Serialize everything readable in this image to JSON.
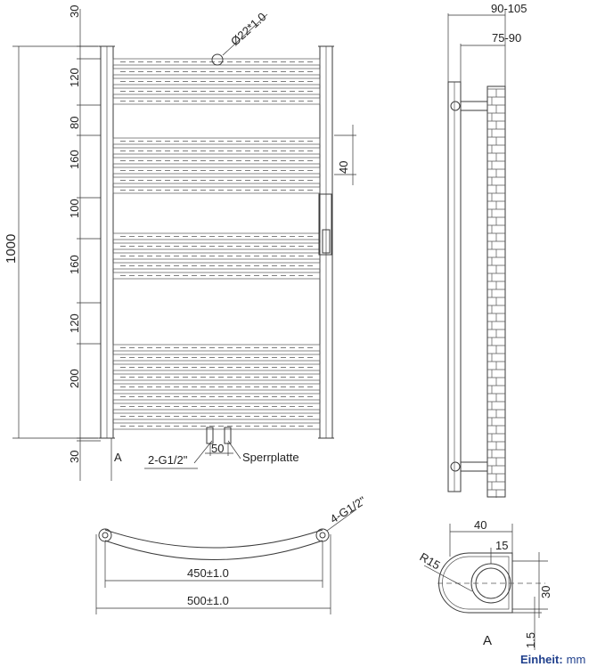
{
  "front_view": {
    "total_height": "1000",
    "pipe_diameter": "Ø22*1.0",
    "spacing_labels": [
      "30",
      "120",
      "80",
      "160",
      "100",
      "160",
      "120",
      "200",
      "30"
    ],
    "section_label": "A",
    "bar_spacing": "40",
    "connection_spacing": "50",
    "connection_thread": "2-G1/2\"",
    "lock_plate": "Sperrplatte"
  },
  "side_view": {
    "depth_outer": "90-105",
    "depth_inner": "75-90"
  },
  "bottom_view": {
    "thread": "4-G1/2\"",
    "center_width": "450±1.0",
    "total_width": "500±1.0"
  },
  "section_view": {
    "width": "40",
    "offset": "15",
    "radius": "R15",
    "height": "30",
    "thickness": "1.5",
    "section_label": "A"
  },
  "unit": {
    "label": "Einheit:",
    "value": "mm"
  }
}
